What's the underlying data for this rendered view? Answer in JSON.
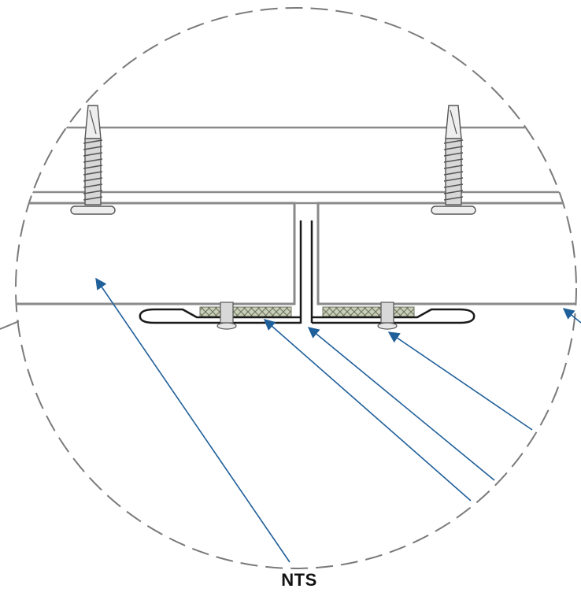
{
  "drawing": {
    "scale_note": "NTS",
    "colors": {
      "boundary_dash": "#7a7a7a",
      "panel_edge": "#8a8a8a",
      "screw_fill": "#d8d8d8",
      "screw_stroke": "#555555",
      "gasket_fill": "#b9c0a8",
      "trim_stroke": "#1a1a1a",
      "leader": "#1f5f9a"
    },
    "icons": [
      "self-drilling-screw-icon",
      "self-drilling-screw-icon",
      "gasket-tape",
      "j-trim-clip"
    ]
  }
}
